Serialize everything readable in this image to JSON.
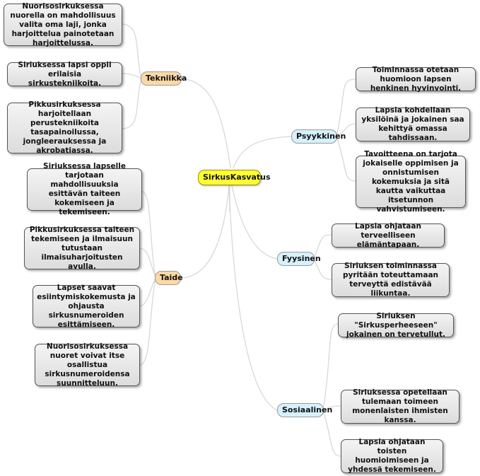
{
  "center": "SirkusKasvatus",
  "branches": {
    "tekniikka": "Tekniikka",
    "taide": "Taide",
    "psyykkinen": "Psyykkinen",
    "fyysinen": "Fyysinen",
    "sosiaalinen": "Sosiaalinen"
  },
  "leaves": {
    "tek1": "Nuorisosirkuksessa nuorella on mahdollisuus valita oma laji, jonka harjoittelua painotetaan harjoittelussa.",
    "tek2": "Siriuksessa lapsi oppii erilaisia sirkustekniikoita.",
    "tek3": "Pikkusirkuksessa harjoitellaan perustekniikoita tasapainoilussa, jongleerauksessa ja akrobatiassa.",
    "tai1": "Siriuksessa lapselle tarjotaan mahdollisuuksia esittävän taiteen kokemiseen ja tekemiseen.",
    "tai2": "Pikkusirkuksessa taiteen tekemiseen ja ilmaisuun tutustaan ilmaisuharjoitusten avulla.",
    "tai3": "Lapset saavat esiintymiskokemusta ja ohjausta sirkusnumeroiden esittämiseen.",
    "tai4": "Nuorisosirkuksessa nuoret voivat itse osallistua sirkusnumeroidensa suunnitteluun.",
    "psy1": "Toiminnassa otetaan huomioon lapsen henkinen hyvinvointi.",
    "psy2": "Lapsia kohdellaan yksilöinä ja jokainen saa kehittyä omassa tahdissaan.",
    "psy3": "Tavoitteena on tarjota jokaiselle oppimisen ja onnistumisen kokemuksia ja sitä kautta vaikuttaa itsetunnon vahvistumiseen.",
    "fyy1": "Lapsia ohjataan terveelliseen elämäntapaan.",
    "fyy2": "Siriuksen toiminnassa pyritään toteuttamaan terveyttä edistävää liikuntaa.",
    "sos1": "Siriuksen \"Sirkusperheeseen\" jokainen on tervetullut.",
    "sos2": "Siriuksessa opetellaan tulemaan toimeen monenlaisten ihmisten kanssa.",
    "sos3": "Lapsia ohjataan toisten huomioimiseen ja yhdessä tekemiseen."
  }
}
